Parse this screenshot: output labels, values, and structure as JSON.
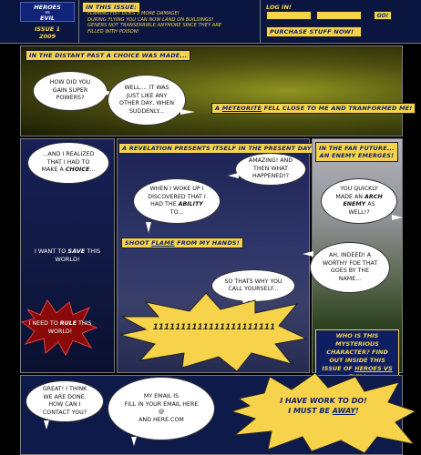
{
  "header": {
    "logo_line1": "HEROES",
    "logo_line2": "vs",
    "logo_line3": "EVIL",
    "issue": "ISSUE 1",
    "year": "2009",
    "in_this_issue_label": "IN THIS ISSUE:",
    "issue_notes": [
      "FLAMING FIST DOES 3 MORE DAMAGE!",
      "DURING FLYING YOU CAN NOW LAND ON BUILDINGS!",
      "GENERS NOT TRANSERRIBLE ANYMORE SINCE THEY ARE",
      "FILLED WITH POISON!"
    ],
    "login_label": "LOG IN!",
    "go_label": "GO!",
    "purchase_label": "PURCHASE STUFF NOW!"
  },
  "panel1": {
    "caption": "IN THE DISTANT PAST A CHOICE WAS MADE...",
    "bubble1": "HOW DID YOU GAIN SUPER POWERS?",
    "bubble2": "WELL.... IT WAS JUST LIKE ANY OTHER DAY, WHEN SUDDENLY...",
    "caption2_pre": "A ",
    "caption2_em": "METEORITE",
    "caption2_post": " FELL CLOSE TO ME AND TRANFORMED ME!"
  },
  "panel2": {
    "bubble_pre": "...AND I REALIZED THAT I HAD TO MAKE A ",
    "bubble_em": "CHOICE",
    "bubble_post": "...",
    "save_pre": "I WANT TO ",
    "save_em": "SAVE",
    "save_post": " THIS WORLD!",
    "rule_pre": "I NEED TO ",
    "rule_em": "RULE",
    "rule_post": " THIS WORLD!"
  },
  "panel3": {
    "caption": "A REVELATION PRESENTS ITSELF IN THE PRESENT DAY!",
    "bubble_amazing": "AMAZING! AND THEN WHAT HAPPENED!?",
    "bubble_woke_pre": "WHEN I WOKE UP I DISCOVERED THAT I HAD THE ",
    "bubble_woke_em": "ABILITY",
    "bubble_woke_post": " TO...",
    "caption2_pre": "SHOOT ",
    "caption2_em": "FLAME",
    "caption2_post": " FROM MY HANDS!",
    "bubble_thats": "SO THATS WHY YOU CALL YOURSELF...",
    "burst_text": "1111111111111111111111"
  },
  "panel4": {
    "caption_line1": "IN THE FAR FUTURE...",
    "caption_line2": "AN ENEMY EMERGES!",
    "bubble_arch_pre": "YOU QUICKLY MADE AN ",
    "bubble_arch_em": "ARCH ENEMY",
    "bubble_arch_post": " AS WELL!?",
    "bubble_ah": "AH, INDEED! A WORTHY FOE THAT GOES BY THE NAME...",
    "caption_bottom_pre": "WHO IS THIS MYSTERIOUS CHARACTER? FIND OUT INSIDE THIS ISSUE OF ",
    "caption_bottom_em": "HEROES VS EVIL",
    "caption_bottom_post": "!"
  },
  "footer": {
    "bubble_great": "GREAT! I THINK WE ARE DONE. HOW CAN I CONTACT YOU?",
    "bubble_email_line1": "MY EMAIL IS",
    "bubble_email_line2": "FILL IN YOUR EMAIL HERE",
    "bubble_email_line3": "@",
    "bubble_email_line4": "AND HERE.COM",
    "burst_line1": "I HAVE WORK TO DO!",
    "burst_line2_pre": "I MUST BE ",
    "burst_line2_em": "AWAY",
    "burst_line2_post": "!"
  },
  "colors": {
    "yellow": "#f6d34a",
    "navy": "#0d1e63",
    "red": "#8a0a0a"
  }
}
